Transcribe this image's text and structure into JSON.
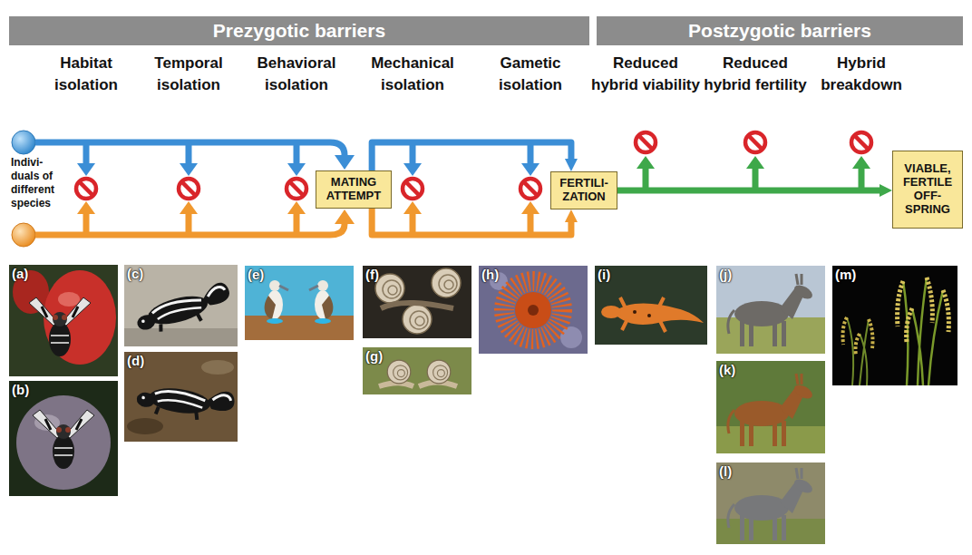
{
  "diagram": {
    "nodes": [
      {
        "text": [
          "Prezygotic barriers"
        ]
      },
      {
        "text": [
          "Postzygotic barriers"
        ]
      },
      {
        "text": [
          "MATING ATTEMPT"
        ]
      },
      {
        "text": [
          "FERTILI- ZATION"
        ]
      },
      {
        "text": [
          "VIABLE, FERTILE OFF- SPRING"
        ]
      }
    ],
    "edges": [
      {
        "from": 2,
        "to": 3,
        "arrow": "to"
      },
      {
        "from": 2,
        "to": 3,
        "arrow": "to"
      },
      {
        "from": 3,
        "to": 4,
        "arrow": "to"
      }
    ],
    "labels": [
      "Habitat isolation",
      "Temporal isolation",
      "Behavioral isolation",
      "Mechanical isolation",
      "Gametic isolation",
      "Reduced hybrid viability",
      "Reduced hybrid fertility",
      "Hybrid breakdown",
      "Indivi- duals of different species",
      "(a)",
      "(b)",
      "(c)",
      "(d)",
      "(e)",
      "(f)",
      "(g)",
      "(h)",
      "(i)",
      "(j)",
      "(k)",
      "(l)",
      "(m)"
    ]
  }
}
